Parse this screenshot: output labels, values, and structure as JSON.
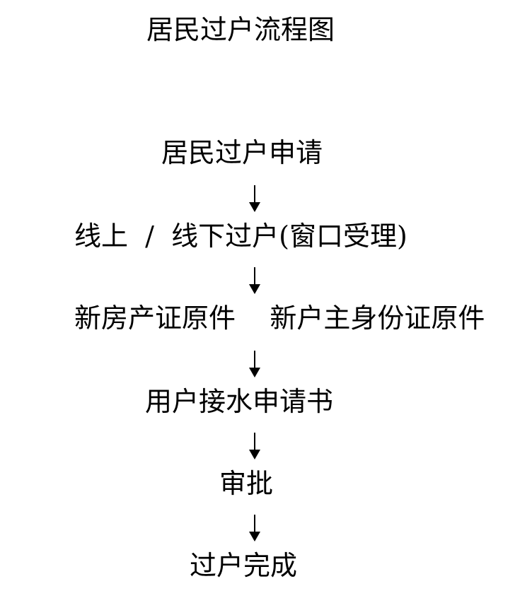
{
  "title": "居民过户流程图",
  "steps": [
    {
      "label": "居民过户申请"
    },
    {
      "label": "线上  /  线下过户(窗口受理)"
    },
    {
      "label": "新房产证原件    新户主身份证原件"
    },
    {
      "label": "用户接水申请书"
    },
    {
      "label": "审批"
    },
    {
      "label": "过户完成"
    }
  ],
  "arrow_icon": "down-arrow",
  "colors": {
    "text": "#000000",
    "background": "#ffffff"
  }
}
